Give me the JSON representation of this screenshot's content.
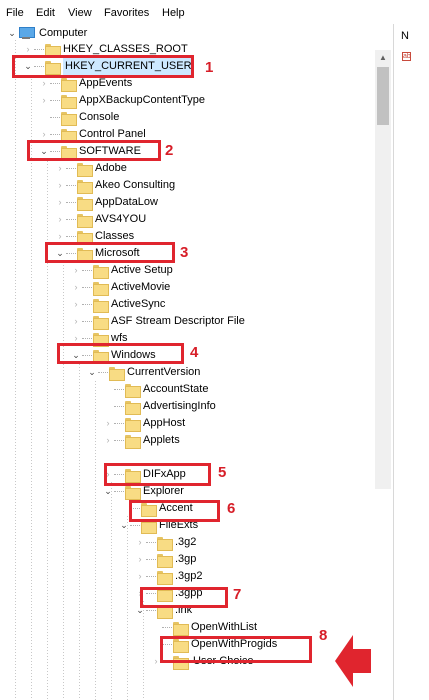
{
  "menu": {
    "file": "File",
    "edit": "Edit",
    "view": "View",
    "favorites": "Favorites",
    "help": "Help"
  },
  "right_pane": {
    "header": "N",
    "icon_text": "ab"
  },
  "tree": {
    "computer": "Computer",
    "hkcr": "HKEY_CLASSES_ROOT",
    "hkcu": "HKEY_CURRENT_USER",
    "app_events": "AppEvents",
    "appx": "AppXBackupContentType",
    "console": "Console",
    "control_panel": "Control Panel",
    "software": "SOFTWARE",
    "adobe": "Adobe",
    "akeo": "Akeo Consulting",
    "appdatalow": "AppDataLow",
    "avs4you": "AVS4YOU",
    "classes": "Classes",
    "microsoft": "Microsoft",
    "active_setup": "Active Setup",
    "activemovie": "ActiveMovie",
    "activesync": "ActiveSync",
    "asf": "ASF Stream Descriptor File",
    "wfs": "wfs",
    "windows": "Windows",
    "currentversion": "CurrentVersion",
    "accountstate": "AccountState",
    "advertisinginfo": "AdvertisingInfo",
    "apphost": "AppHost",
    "applets": "Applets",
    "difxapp": "DIFxApp",
    "explorer": "Explorer",
    "accent": "Accent",
    "fileexts": "FileExts",
    "ext_3g2": ".3g2",
    "ext_3gp": ".3gp",
    "ext_3gp2": ".3gp2",
    "ext_3gpp": ".3gpp",
    "ext_lnk": ".lnk",
    "openwithlist": "OpenWithList",
    "openwithprogids": "OpenWithProgids",
    "user_choice": "User Choice"
  },
  "callouts": [
    "1",
    "2",
    "3",
    "4",
    "5",
    "6",
    "7",
    "8"
  ],
  "colors": {
    "callout_red": "#e0252e",
    "number_red": "#d71e28",
    "folder_yellow": "#f8dc84",
    "selection": "#cde8ff"
  }
}
